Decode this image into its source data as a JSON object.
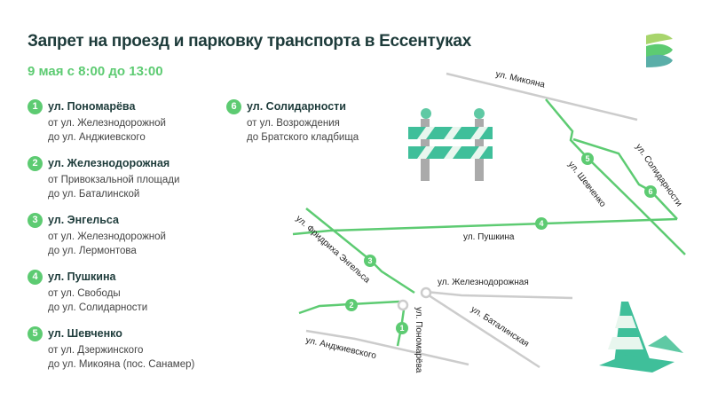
{
  "header": {
    "title": "Запрет на проезд и парковку транспорта в Ессентуках",
    "date": "9 мая с 8:00 до 13:00"
  },
  "streets": [
    {
      "num": "1",
      "name": "ул. Пономарёва",
      "from": "от ул. Железнодорожной",
      "to": "до ул. Анджиевского"
    },
    {
      "num": "2",
      "name": "ул. Железнодорожная",
      "from": "от Привокзальной площади",
      "to": "до ул. Баталинской"
    },
    {
      "num": "3",
      "name": "ул. Энгельса",
      "from": "от ул. Железнодорожной",
      "to": "до ул. Лермонтова"
    },
    {
      "num": "4",
      "name": "ул. Пушкина",
      "from": "от ул. Свободы",
      "to": "до ул. Солидарности"
    },
    {
      "num": "5",
      "name": "ул. Шевченко",
      "from": "от ул. Дзержинского",
      "to": "до ул. Микояна (пос. Санамер)"
    },
    {
      "num": "6",
      "name": "ул. Солидарности",
      "from": "от ул. Возрождения",
      "to": "до Братского кладбища"
    }
  ],
  "map": {
    "labels": {
      "mikoyana": "ул. Микояна",
      "shevchenko": "ул. Шевченко",
      "solidarnosti": "ул. Солидарности",
      "pushkina": "ул. Пушкина",
      "engelsa": "ул. Фридриха Энгельса",
      "zhd": "ул. Железнодорожная",
      "batalinskaya": "ул. Баталинская",
      "andzhievskogo": "ул. Анджиевского",
      "ponomareva": "ул. Пономарёва"
    }
  },
  "colors": {
    "accent": "#5dcb72",
    "teal": "#3fbf9a",
    "title": "#1d3b3a"
  }
}
